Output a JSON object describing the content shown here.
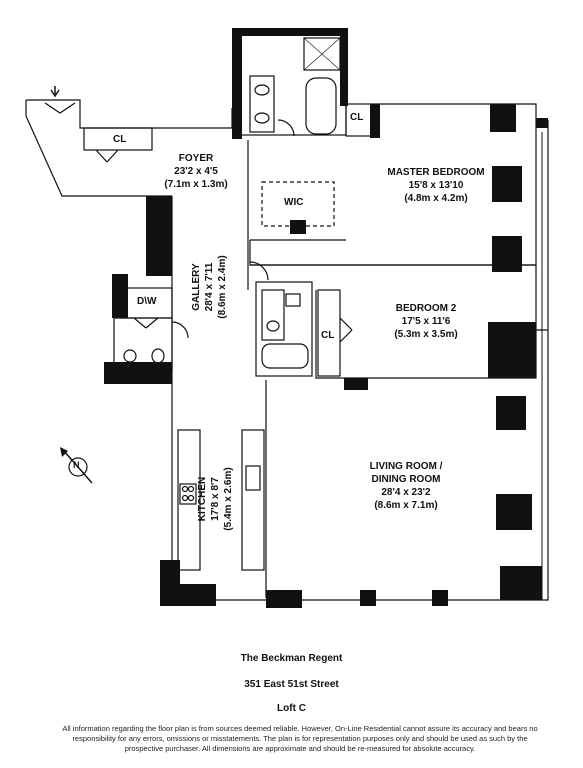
{
  "rooms": {
    "foyer": {
      "name": "FOYER",
      "dim_imperial": "23'2 x 4'5",
      "dim_metric": "(7.1m x 1.3m)"
    },
    "master": {
      "name": "MASTER BEDROOM",
      "dim_imperial": "15'8 x 13'10",
      "dim_metric": "(4.8m x 4.2m)"
    },
    "gallery": {
      "name": "GALLERY",
      "dim_imperial": "28'4 x 7'11",
      "dim_metric": "(8.6m x 2.4m)"
    },
    "bedroom2": {
      "name": "BEDROOM 2",
      "dim_imperial": "17'5 x 11'6",
      "dim_metric": "(5.3m x 3.5m)"
    },
    "kitchen": {
      "name": "KITCHEN",
      "dim_imperial": "17'8 x 8'7",
      "dim_metric": "(5.4m x 2.6m)"
    },
    "living": {
      "name_line1": "LIVING ROOM /",
      "name_line2": "DINING ROOM",
      "dim_imperial": "28'4 x 23'2",
      "dim_metric": "(8.6m x 7.1m)"
    }
  },
  "labels": {
    "cl_foyer": "CL",
    "cl_master": "CL",
    "cl_bed2": "CL",
    "wic": "WIC",
    "dw": "D\\W",
    "compass_n": "N"
  },
  "footer": {
    "building": "The Beckman Regent",
    "address": "351 East 51st Street",
    "unit": "Loft C",
    "disclaimer": "All information regarding the floor plan is from sources deemed reliable.  However, On-Line Residential cannot assure its accuracy and bears no responsibility for any errors, omissions or misstatements.  The plan is for representation purposes only and should be used as such by the prospective purchaser.  All dimensions are approximate and should be re-measured for absolute accuracy."
  }
}
